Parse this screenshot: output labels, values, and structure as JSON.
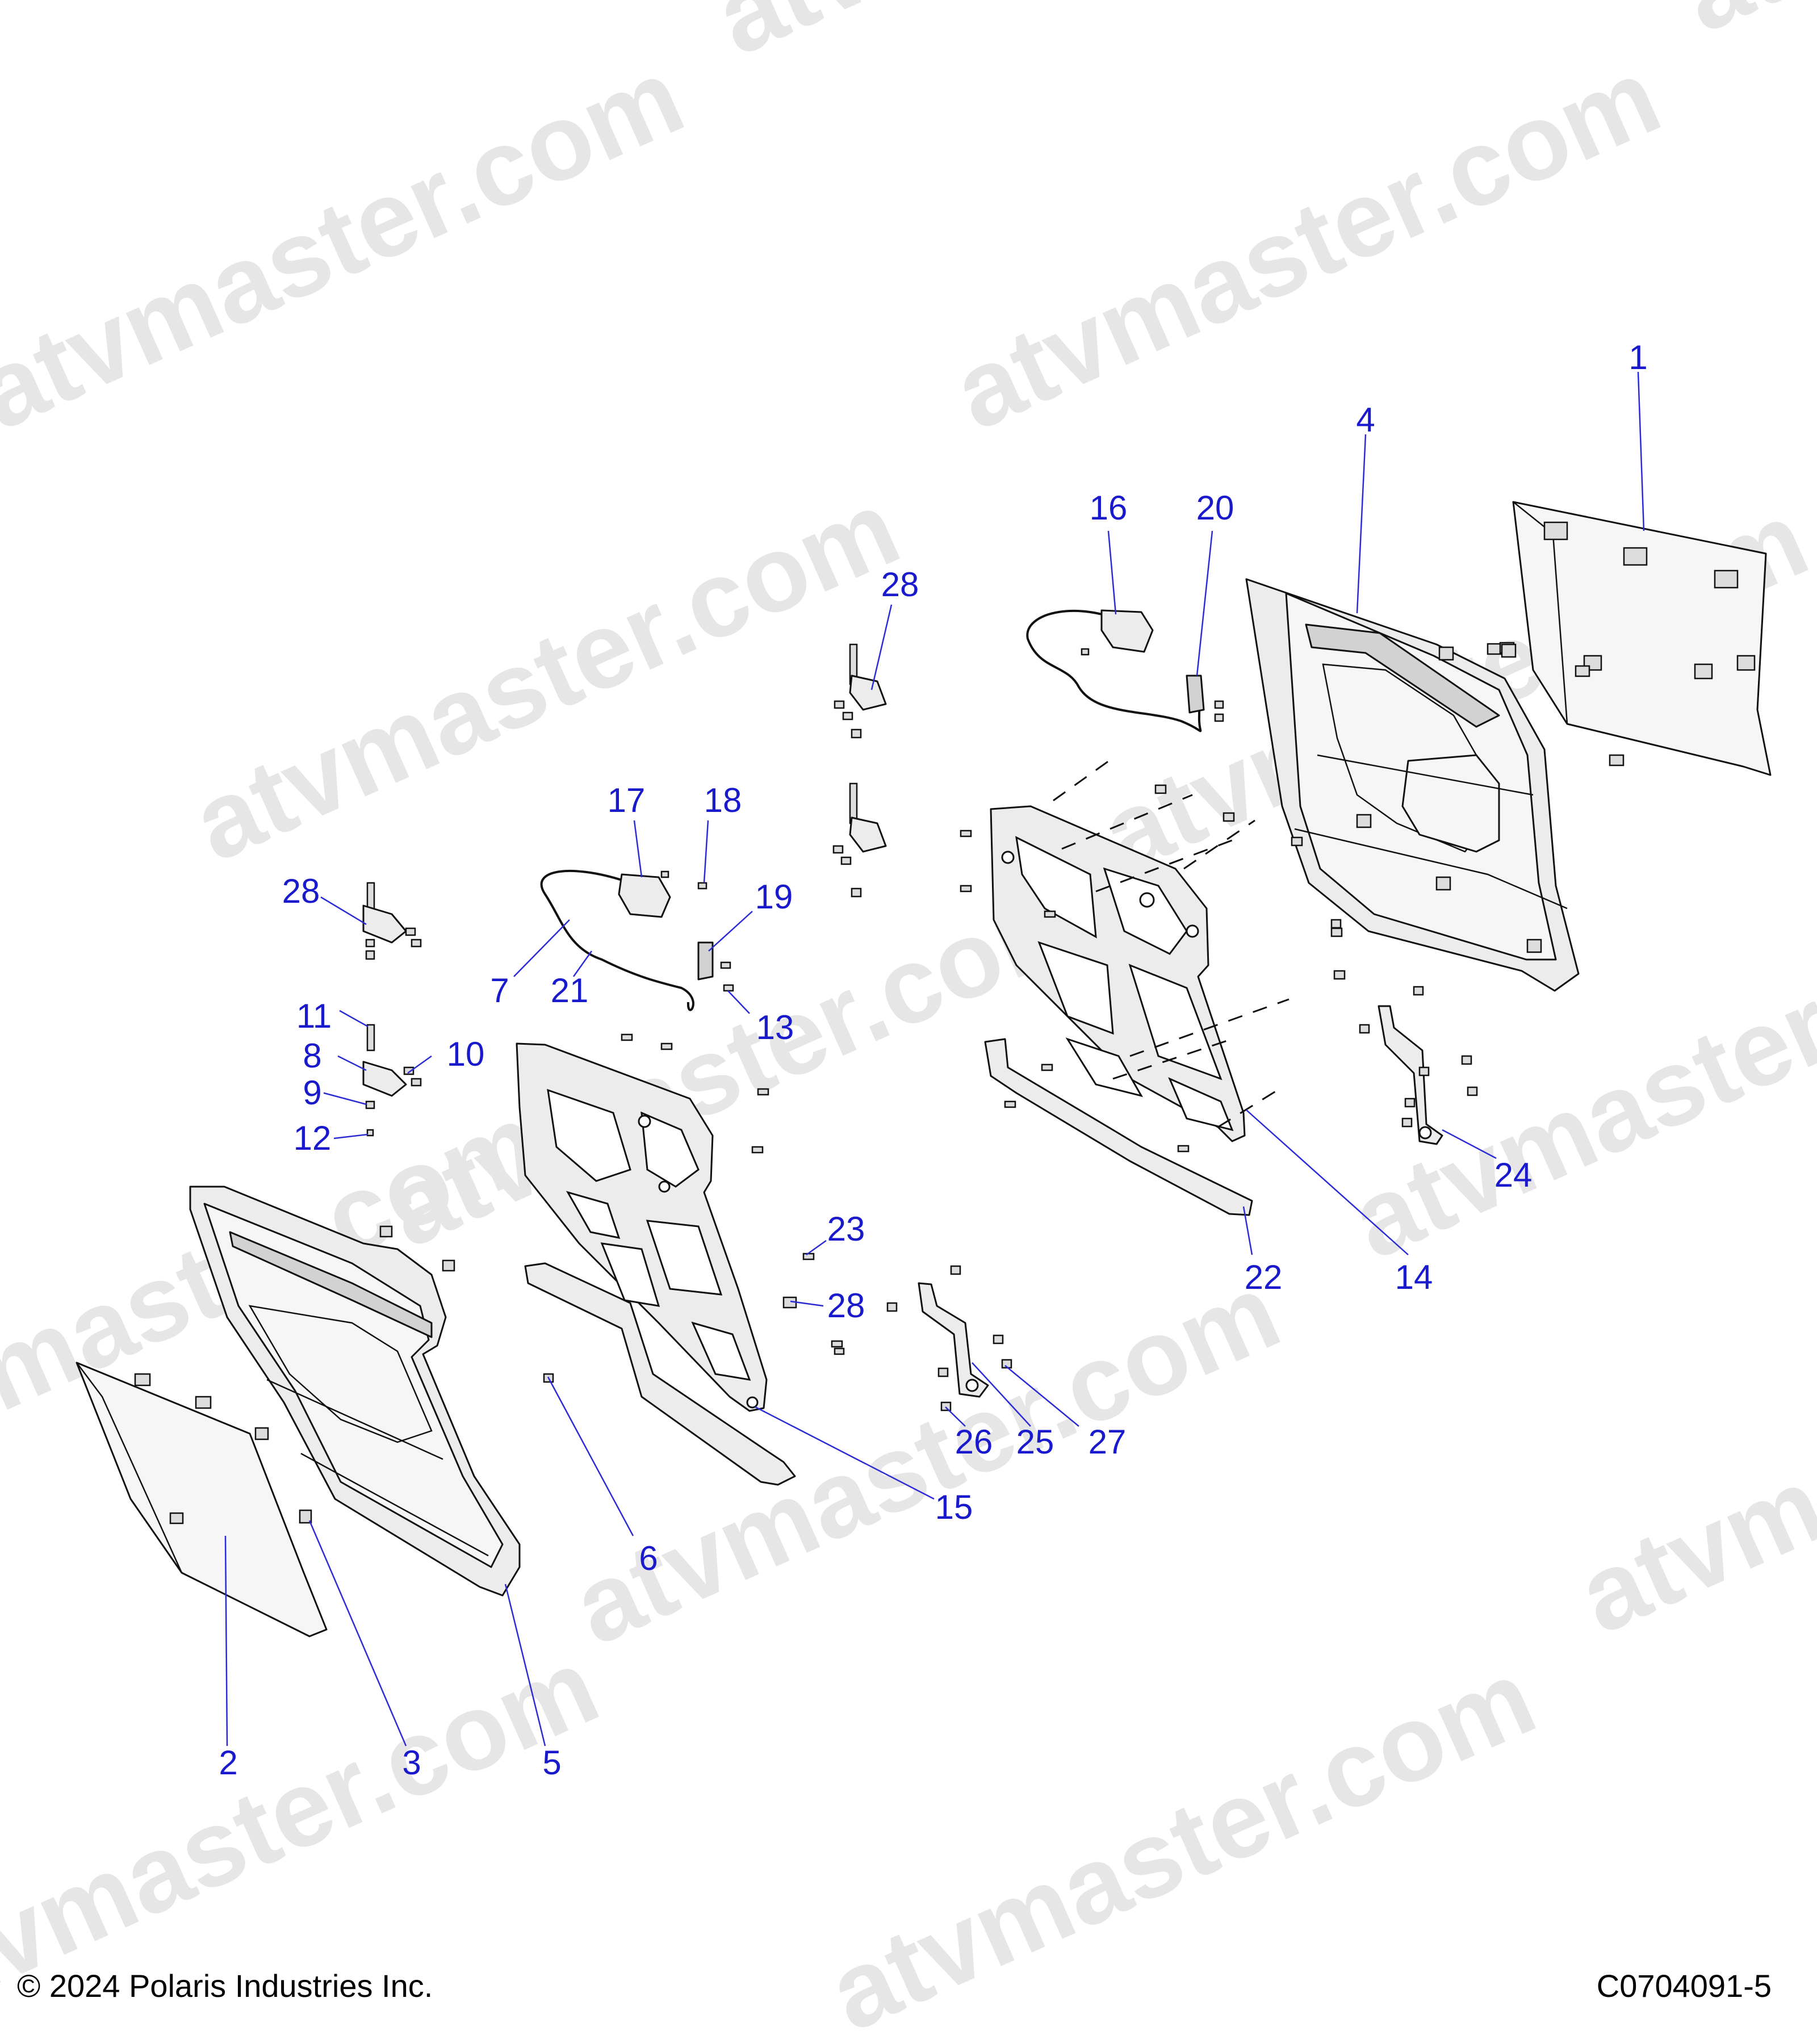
{
  "watermark": {
    "text": "atvmaster.com"
  },
  "callouts": {
    "c1": "1",
    "c2": "2",
    "c3": "3",
    "c4": "4",
    "c5": "5",
    "c6": "6",
    "c7": "7",
    "c8": "8",
    "c9": "9",
    "c10": "10",
    "c11": "11",
    "c12": "12",
    "c13": "13",
    "c14": "14",
    "c15": "15",
    "c16": "16",
    "c17": "17",
    "c18": "18",
    "c19": "19",
    "c20": "20",
    "c21": "21",
    "c22": "22",
    "c23": "23",
    "c24": "24",
    "c25": "25",
    "c26": "26",
    "c27": "27",
    "c28a": "28",
    "c28b": "28",
    "c28c": "28"
  },
  "footer": {
    "copyright": "© 2024 Polaris Industries Inc.",
    "code": "C0704091-5"
  },
  "colors": {
    "callout": "#1a1acd",
    "leader": "#2b2bd6",
    "watermark": "#e6e6e6",
    "line_art": "#111111"
  }
}
